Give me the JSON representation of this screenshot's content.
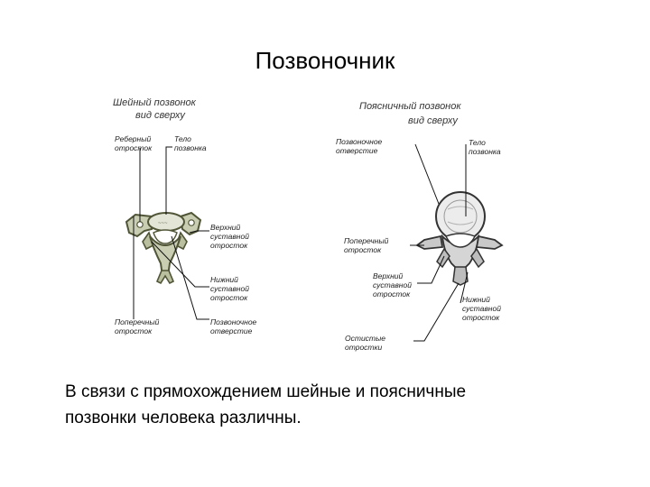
{
  "slide": {
    "title": "Позвоночник",
    "caption_lines": [
      "В связи с прямохождением шейные и поясничные",
      "позвонки человека различны."
    ]
  },
  "cervical": {
    "heading": [
      "Шейный позвонок",
      "вид сверху"
    ],
    "labels": {
      "rib_process": [
        "Реберный",
        "отросток"
      ],
      "body": [
        "Тело",
        "позвонка"
      ],
      "upper_articular": [
        "Верхний",
        "суставной",
        "отросток"
      ],
      "lower_articular": [
        "Нижний",
        "суставной",
        "отросток"
      ],
      "transverse_process": [
        "Поперечный",
        "отросток"
      ],
      "vertebral_foramen": [
        "Позвоночное",
        "отверстие"
      ]
    }
  },
  "lumbar": {
    "heading": [
      "Поясничный позвонок",
      "вид сверху"
    ],
    "labels": {
      "vertebral_foramen": [
        "Позвоночное",
        "отверстие"
      ],
      "body": [
        "Тело",
        "позвонка"
      ],
      "transverse_process": [
        "Поперечный",
        "отросток"
      ],
      "upper_articular": [
        "Верхний",
        "суставной",
        "отросток"
      ],
      "lower_articular": [
        "Нижний",
        "суставной",
        "отросток"
      ],
      "spinous_process": [
        "Остистые",
        "отростки"
      ]
    }
  },
  "colors": {
    "bone_fill": "#c9ceb2",
    "bone_dark": "#4f5536",
    "lines": "#111111"
  }
}
